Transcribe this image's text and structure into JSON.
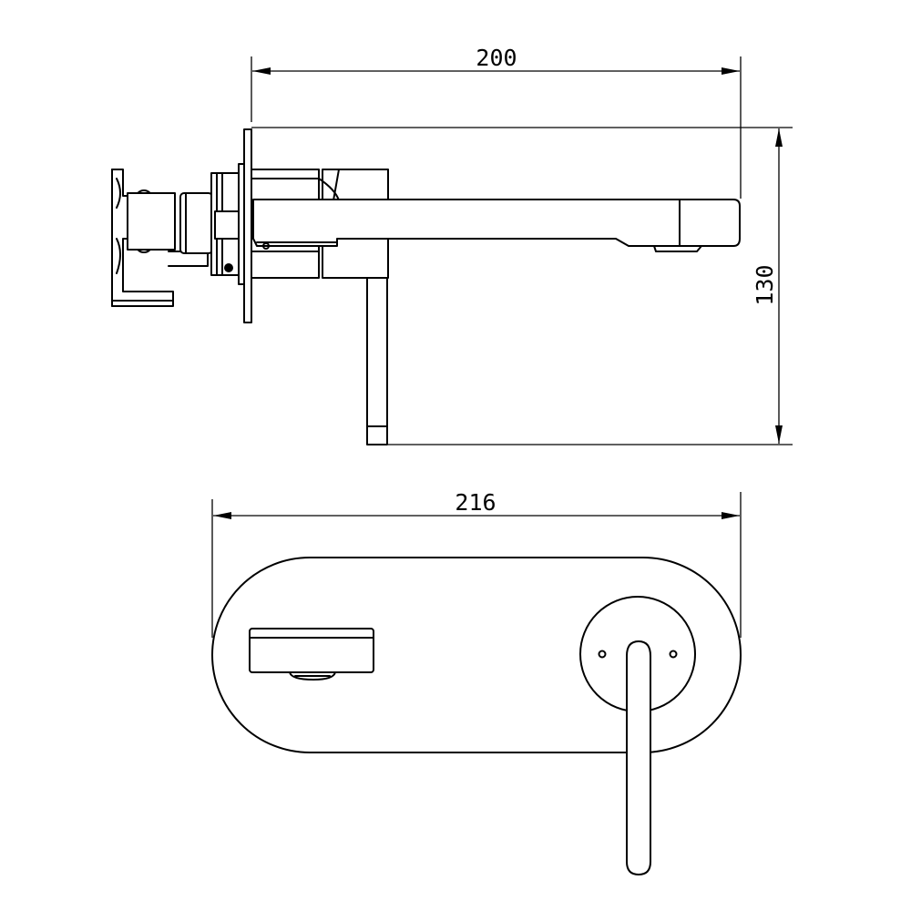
{
  "drawing": {
    "dimensions": {
      "spout_projection": "200",
      "overall_height": "130",
      "plate_width": "216"
    }
  }
}
